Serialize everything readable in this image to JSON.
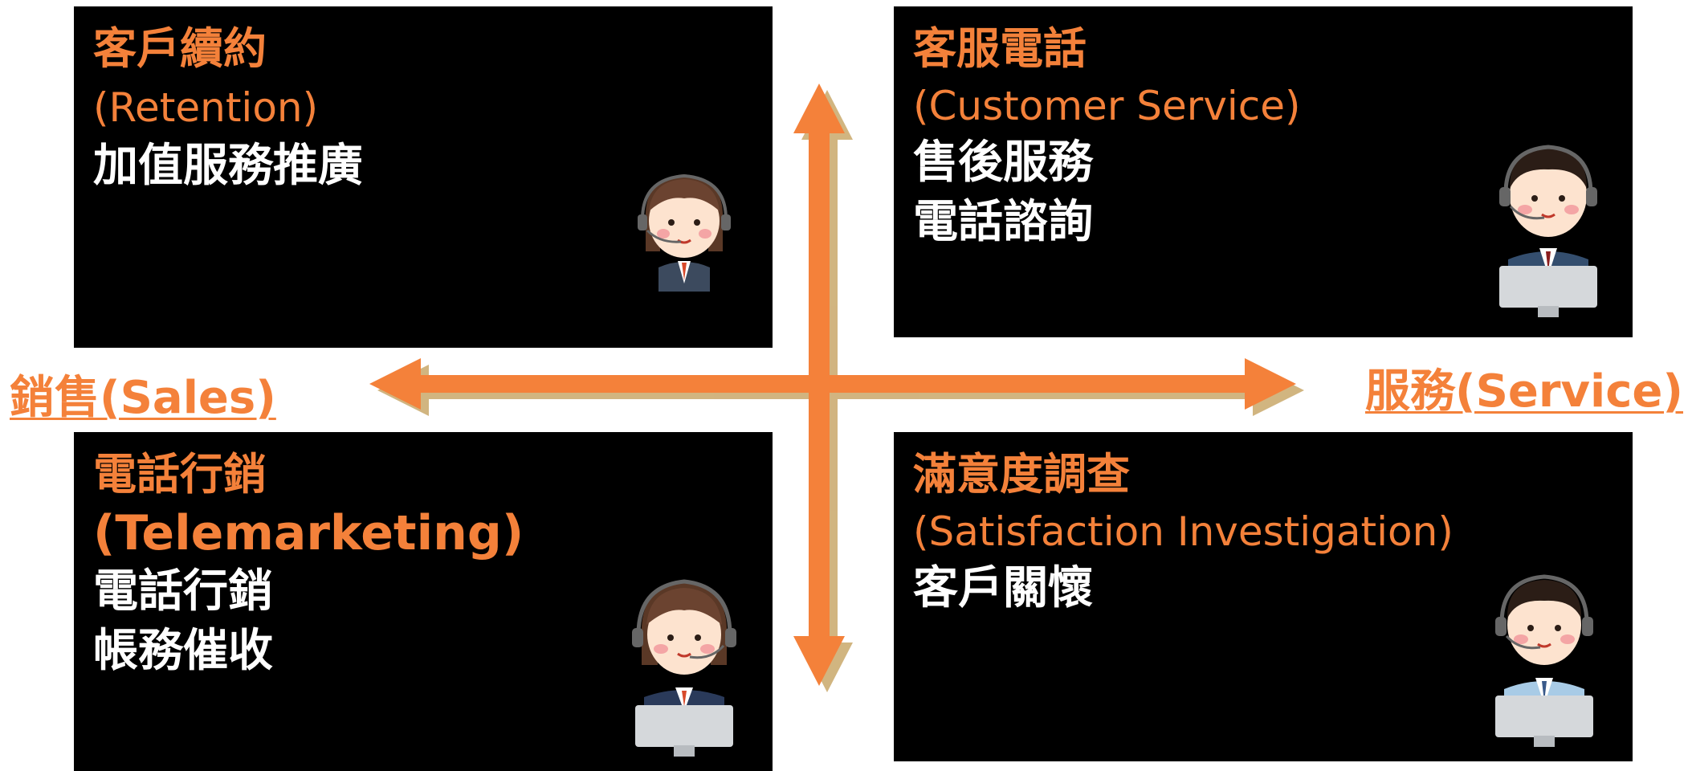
{
  "quadrants": {
    "top_left": {
      "title": "客戶續約",
      "subtitle": "(Retention)",
      "lines": [
        "加值服務推廣"
      ]
    },
    "top_right": {
      "title": "客服電話",
      "subtitle": "(Customer Service)",
      "lines": [
        "售後服務",
        "電話諮詢"
      ]
    },
    "bottom_left": {
      "title": "電話行銷",
      "subtitle": "(Telemarketing)",
      "lines": [
        "電話行銷",
        "帳務催收"
      ]
    },
    "bottom_right": {
      "title": "滿意度調查",
      "subtitle": "(Satisfaction Investigation)",
      "lines": [
        "客戶關懷"
      ]
    }
  },
  "axes": {
    "left_label": "銷售(Sales)",
    "right_label": "服務(Service)"
  },
  "colors": {
    "accent": "#f4813a",
    "arrow_shadow": "#c9a86a",
    "panel": "#000000",
    "text": "#ffffff"
  },
  "icons": {
    "top_left": "female-agent-headset-icon",
    "top_right": "male-agent-computer-icon",
    "bottom_left": "female-agent-computer-icon",
    "bottom_right": "male-agent-computer-icon"
  }
}
